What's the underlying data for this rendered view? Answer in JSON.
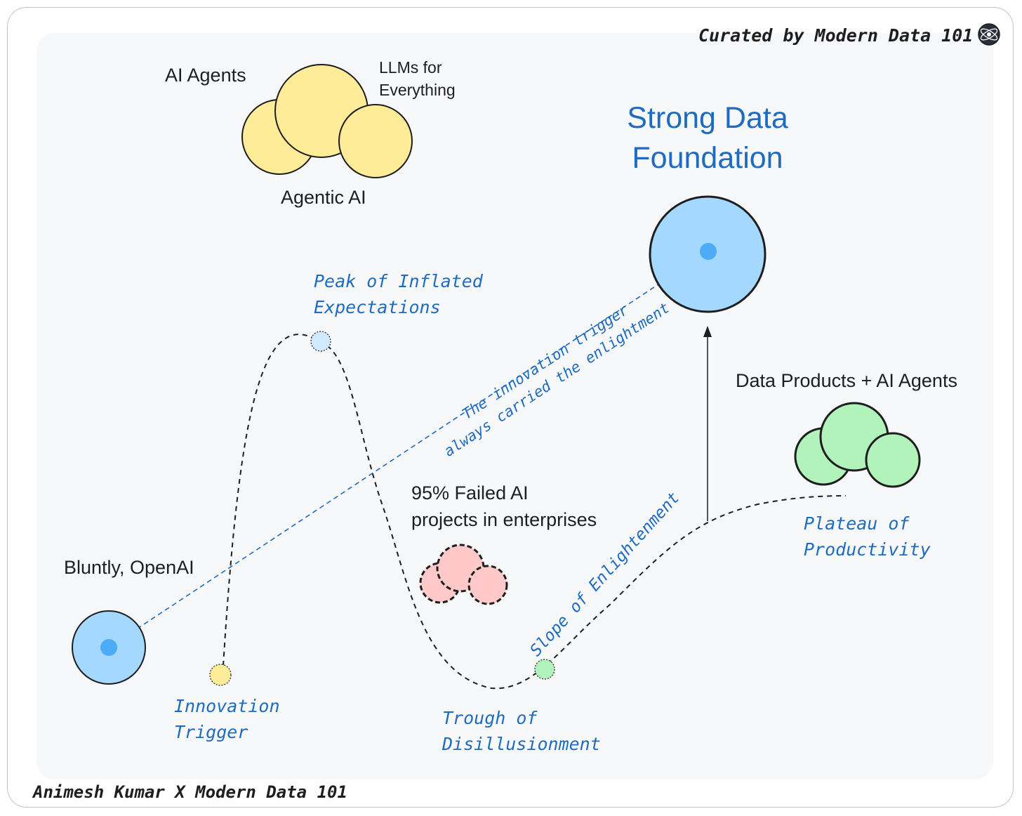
{
  "credit_top": "Curated by Modern Data 101",
  "credit_bottom": "Animesh Kumar X Modern Data 101",
  "agentic_cluster": {
    "label_ai_agents": "AI Agents",
    "label_llms": [
      "LLMs for",
      "Everything"
    ],
    "label_agentic": "Agentic AI"
  },
  "strong_foundation": [
    "Strong Data",
    "Foundation"
  ],
  "peak_label": [
    "Peak of Inflated",
    "Expectations"
  ],
  "innovation_label": [
    "Innovation",
    "Trigger"
  ],
  "trough_label": [
    "Trough of",
    "Disillusionment"
  ],
  "slope_label": "Slope of Enlightenment",
  "plateau_label": [
    "Plateau of",
    "Productivity"
  ],
  "connector_label": [
    "The innovation trigger",
    "always carried the enlightment"
  ],
  "openai_label": "Bluntly, OpenAI",
  "failed_label": [
    "95% Failed AI",
    "projects in enterprises"
  ],
  "data_products_label": "Data Products + AI Agents",
  "colors": {
    "blue_fill": "#a5d8ff",
    "blue_dot": "#4dabf7",
    "yellow_fill": "#ffec99",
    "green_fill": "#b2f2bb",
    "red_fill": "#ffc9c9",
    "accent_text": "#1e6bc0",
    "stroke": "#1e1e1e"
  }
}
